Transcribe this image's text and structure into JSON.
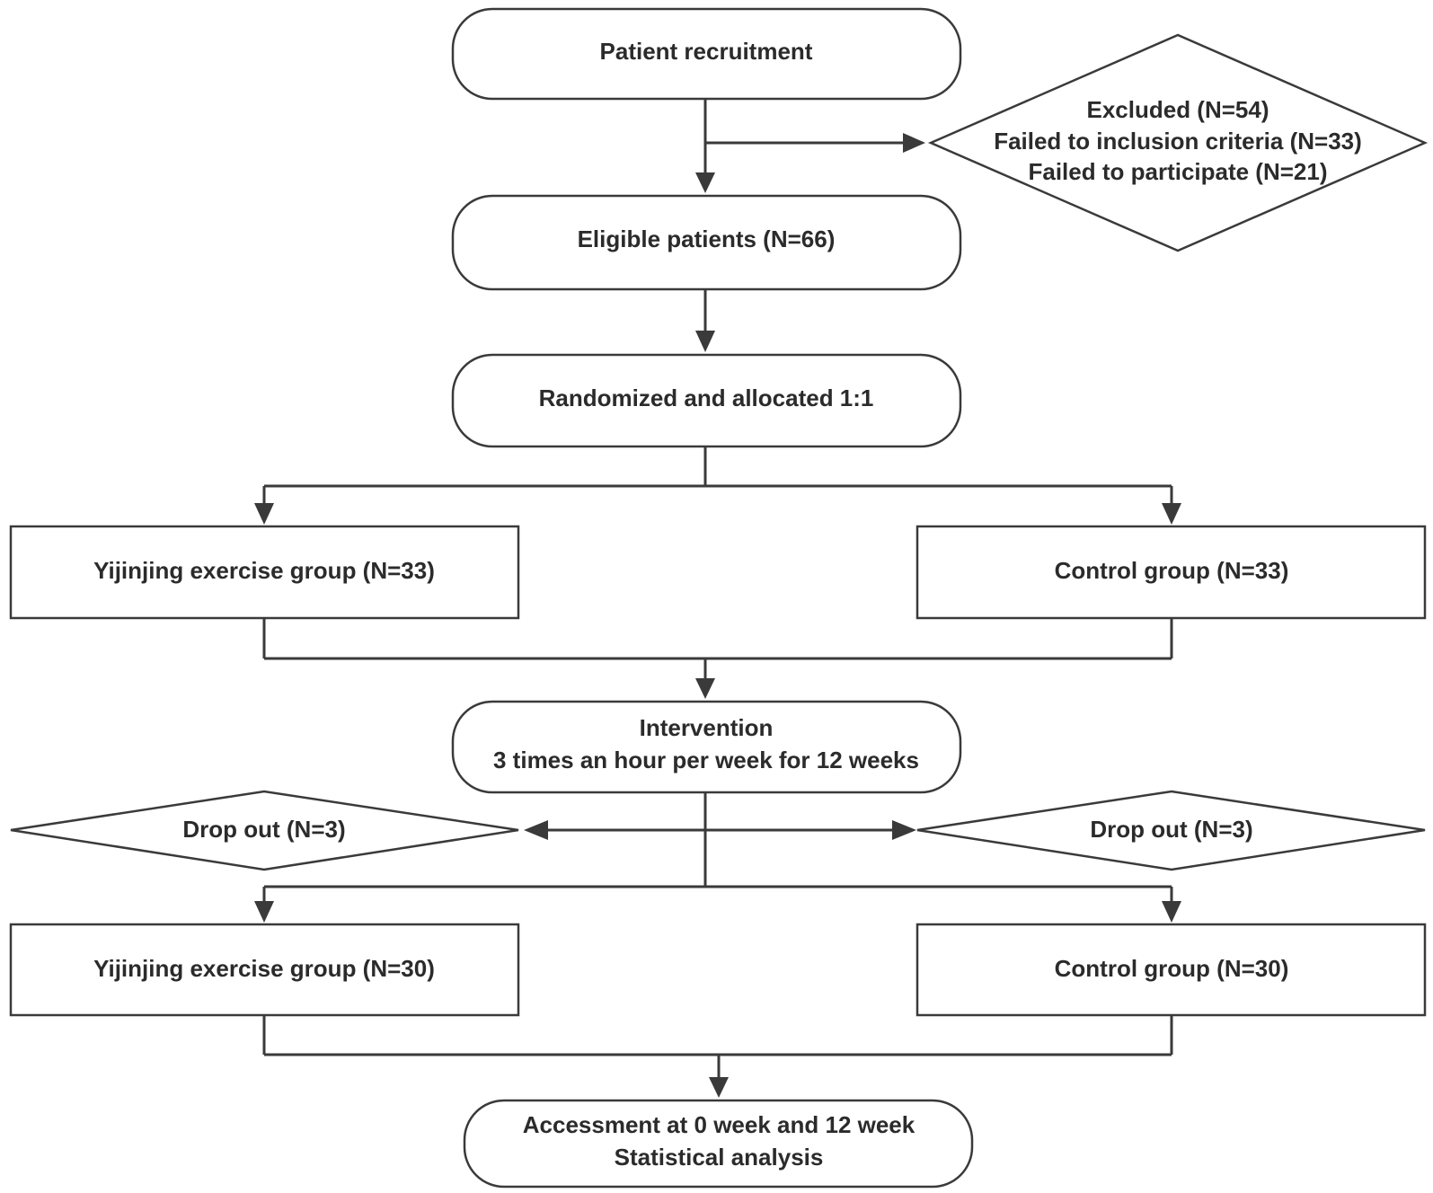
{
  "nodes": {
    "recruitment": {
      "lines": [
        "Patient recruitment"
      ]
    },
    "excluded": {
      "lines": [
        "Excluded (N=54)",
        "Failed to inclusion criteria (N=33)",
        "Failed to participate (N=21)"
      ]
    },
    "eligible": {
      "lines": [
        "Eligible patients (N=66)"
      ]
    },
    "randomized": {
      "lines": [
        "Randomized and allocated 1:1"
      ]
    },
    "yijinjing_initial": {
      "lines": [
        "Yijinjing exercise group (N=33)"
      ]
    },
    "control_initial": {
      "lines": [
        "Control group (N=33)"
      ]
    },
    "intervention": {
      "lines": [
        "Intervention",
        "3 times an hour per week for 12 weeks"
      ]
    },
    "dropout_left": {
      "lines": [
        "Drop out (N=3)"
      ]
    },
    "dropout_right": {
      "lines": [
        "Drop out (N=3)"
      ]
    },
    "yijinjing_final": {
      "lines": [
        "Yijinjing exercise group (N=30)"
      ]
    },
    "control_final": {
      "lines": [
        "Control group (N=30)"
      ]
    },
    "assessment": {
      "lines": [
        "Accessment at 0 week and 12 week",
        "Statistical analysis"
      ]
    }
  },
  "colors": {
    "stroke": "#3a3a3a",
    "text": "#2b2b2b",
    "background": "#ffffff"
  }
}
